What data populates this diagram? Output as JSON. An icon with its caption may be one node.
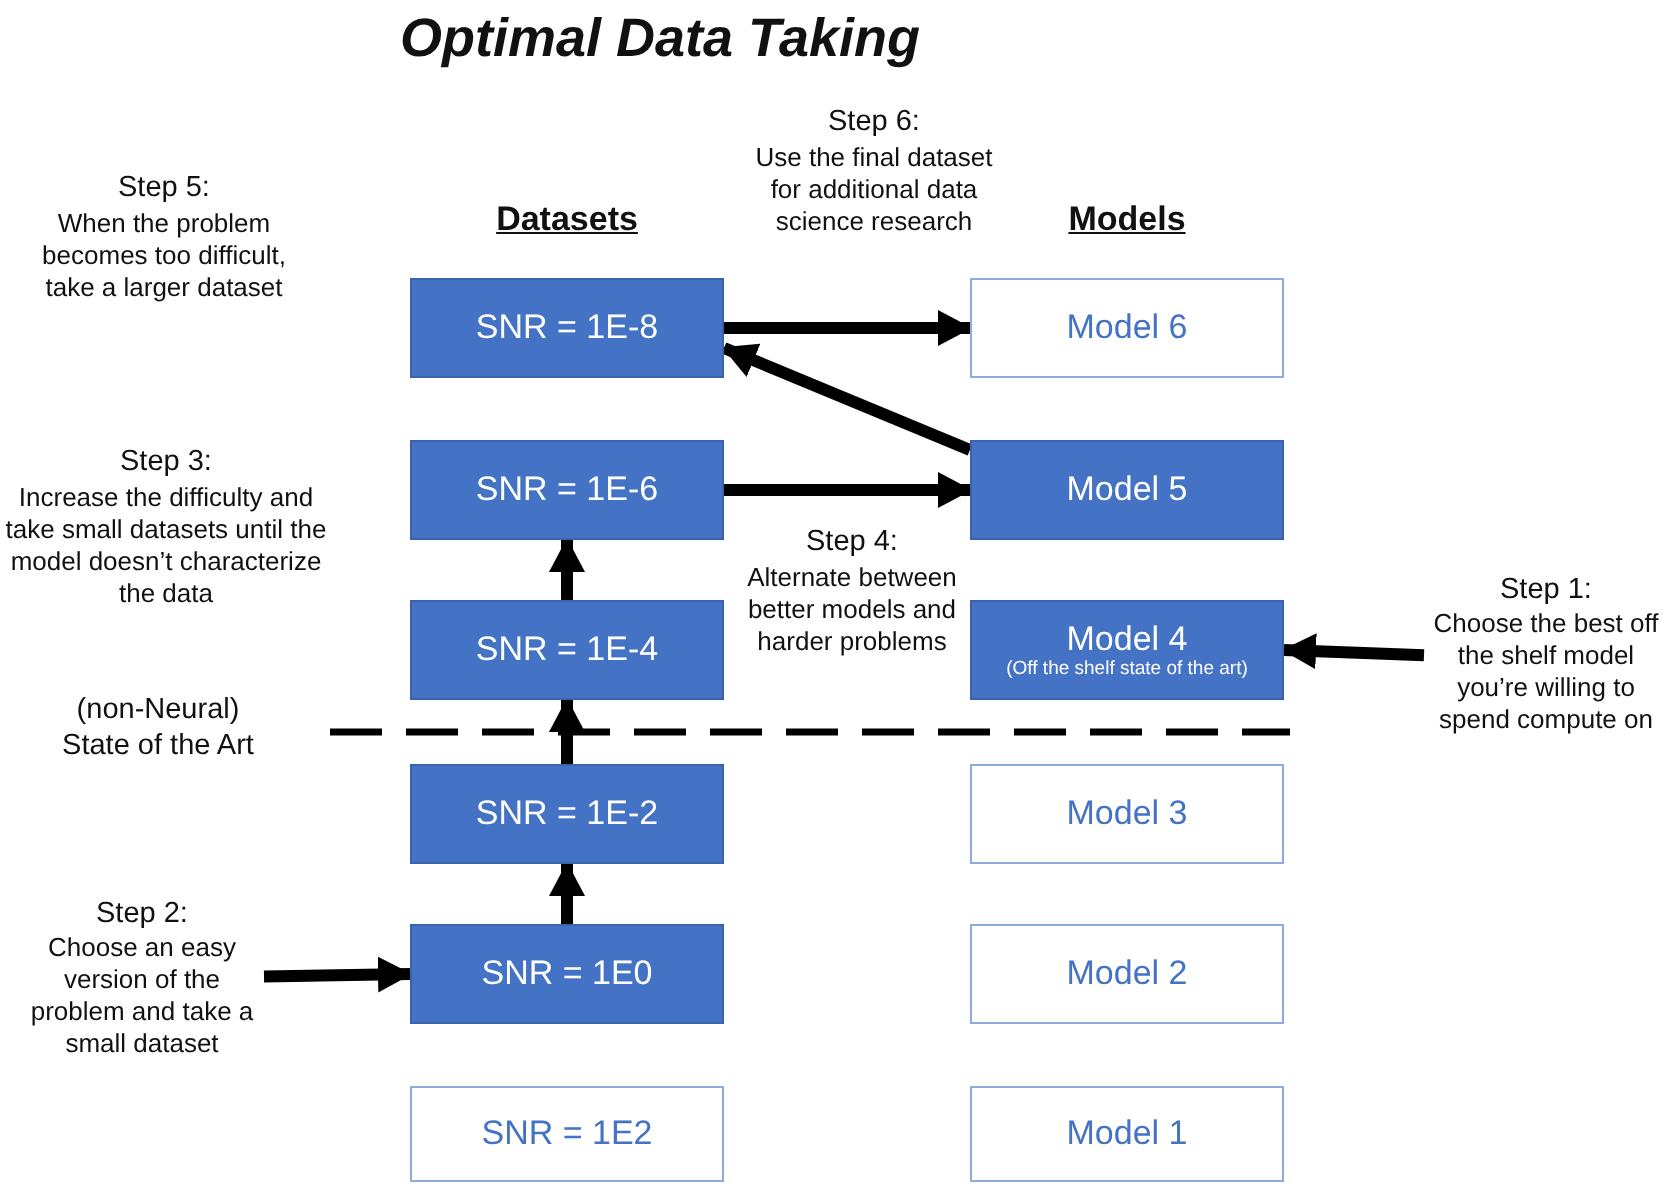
{
  "diagram": {
    "title": "Optimal Data Taking",
    "nodes": [
      {
        "text": [
          "SNR = 1E-8"
        ]
      },
      {
        "text": [
          "Model 6"
        ]
      },
      {
        "text": [
          "SNR = 1E-6"
        ]
      },
      {
        "text": [
          "Model 5"
        ]
      },
      {
        "text": [
          "SNR = 1E-4"
        ]
      },
      {
        "text": [
          "Model 4",
          "(Off the shelf state of the art)"
        ]
      },
      {
        "text": [
          "Step 1:",
          "Choose the best off the shelf model you’re willing to spend compute on"
        ]
      },
      {
        "text": [
          "SNR = 1E-2"
        ]
      },
      {
        "text": [
          "Model 3"
        ]
      },
      {
        "text": [
          "Step 2:",
          "Choose an easy version of the problem and take a small dataset"
        ]
      },
      {
        "text": [
          "SNR = 1E0"
        ]
      },
      {
        "text": [
          "Model 2"
        ]
      },
      {
        "text": [
          "SNR = 1E2"
        ]
      },
      {
        "text": [
          "Model 1"
        ]
      }
    ],
    "edges": [
      {
        "from": 6,
        "to": 5,
        "arrow": "to"
      },
      {
        "from": 9,
        "to": 10,
        "arrow": "to"
      },
      {
        "from": 10,
        "to": 7,
        "arrow": "to"
      },
      {
        "from": 7,
        "to": 4,
        "arrow": "to"
      },
      {
        "from": 4,
        "to": 2,
        "arrow": "to"
      },
      {
        "from": 2,
        "to": 3,
        "arrow": "to"
      },
      {
        "from": 3,
        "to": 0,
        "arrow": "to"
      },
      {
        "from": 0,
        "to": 1,
        "arrow": "to"
      }
    ],
    "labels": [
      "Step 6:",
      "Use the final dataset for additional data science research",
      "Step 5:",
      "When the problem becomes too difficult, take a larger dataset",
      "Datasets",
      "Models",
      "Step 3:",
      "Increase the difficulty and take small datasets until the model doesn’t characterize the data",
      "Step 4:",
      "Alternate between better models and harder problems",
      "(non-Neural) State of the Art"
    ]
  }
}
